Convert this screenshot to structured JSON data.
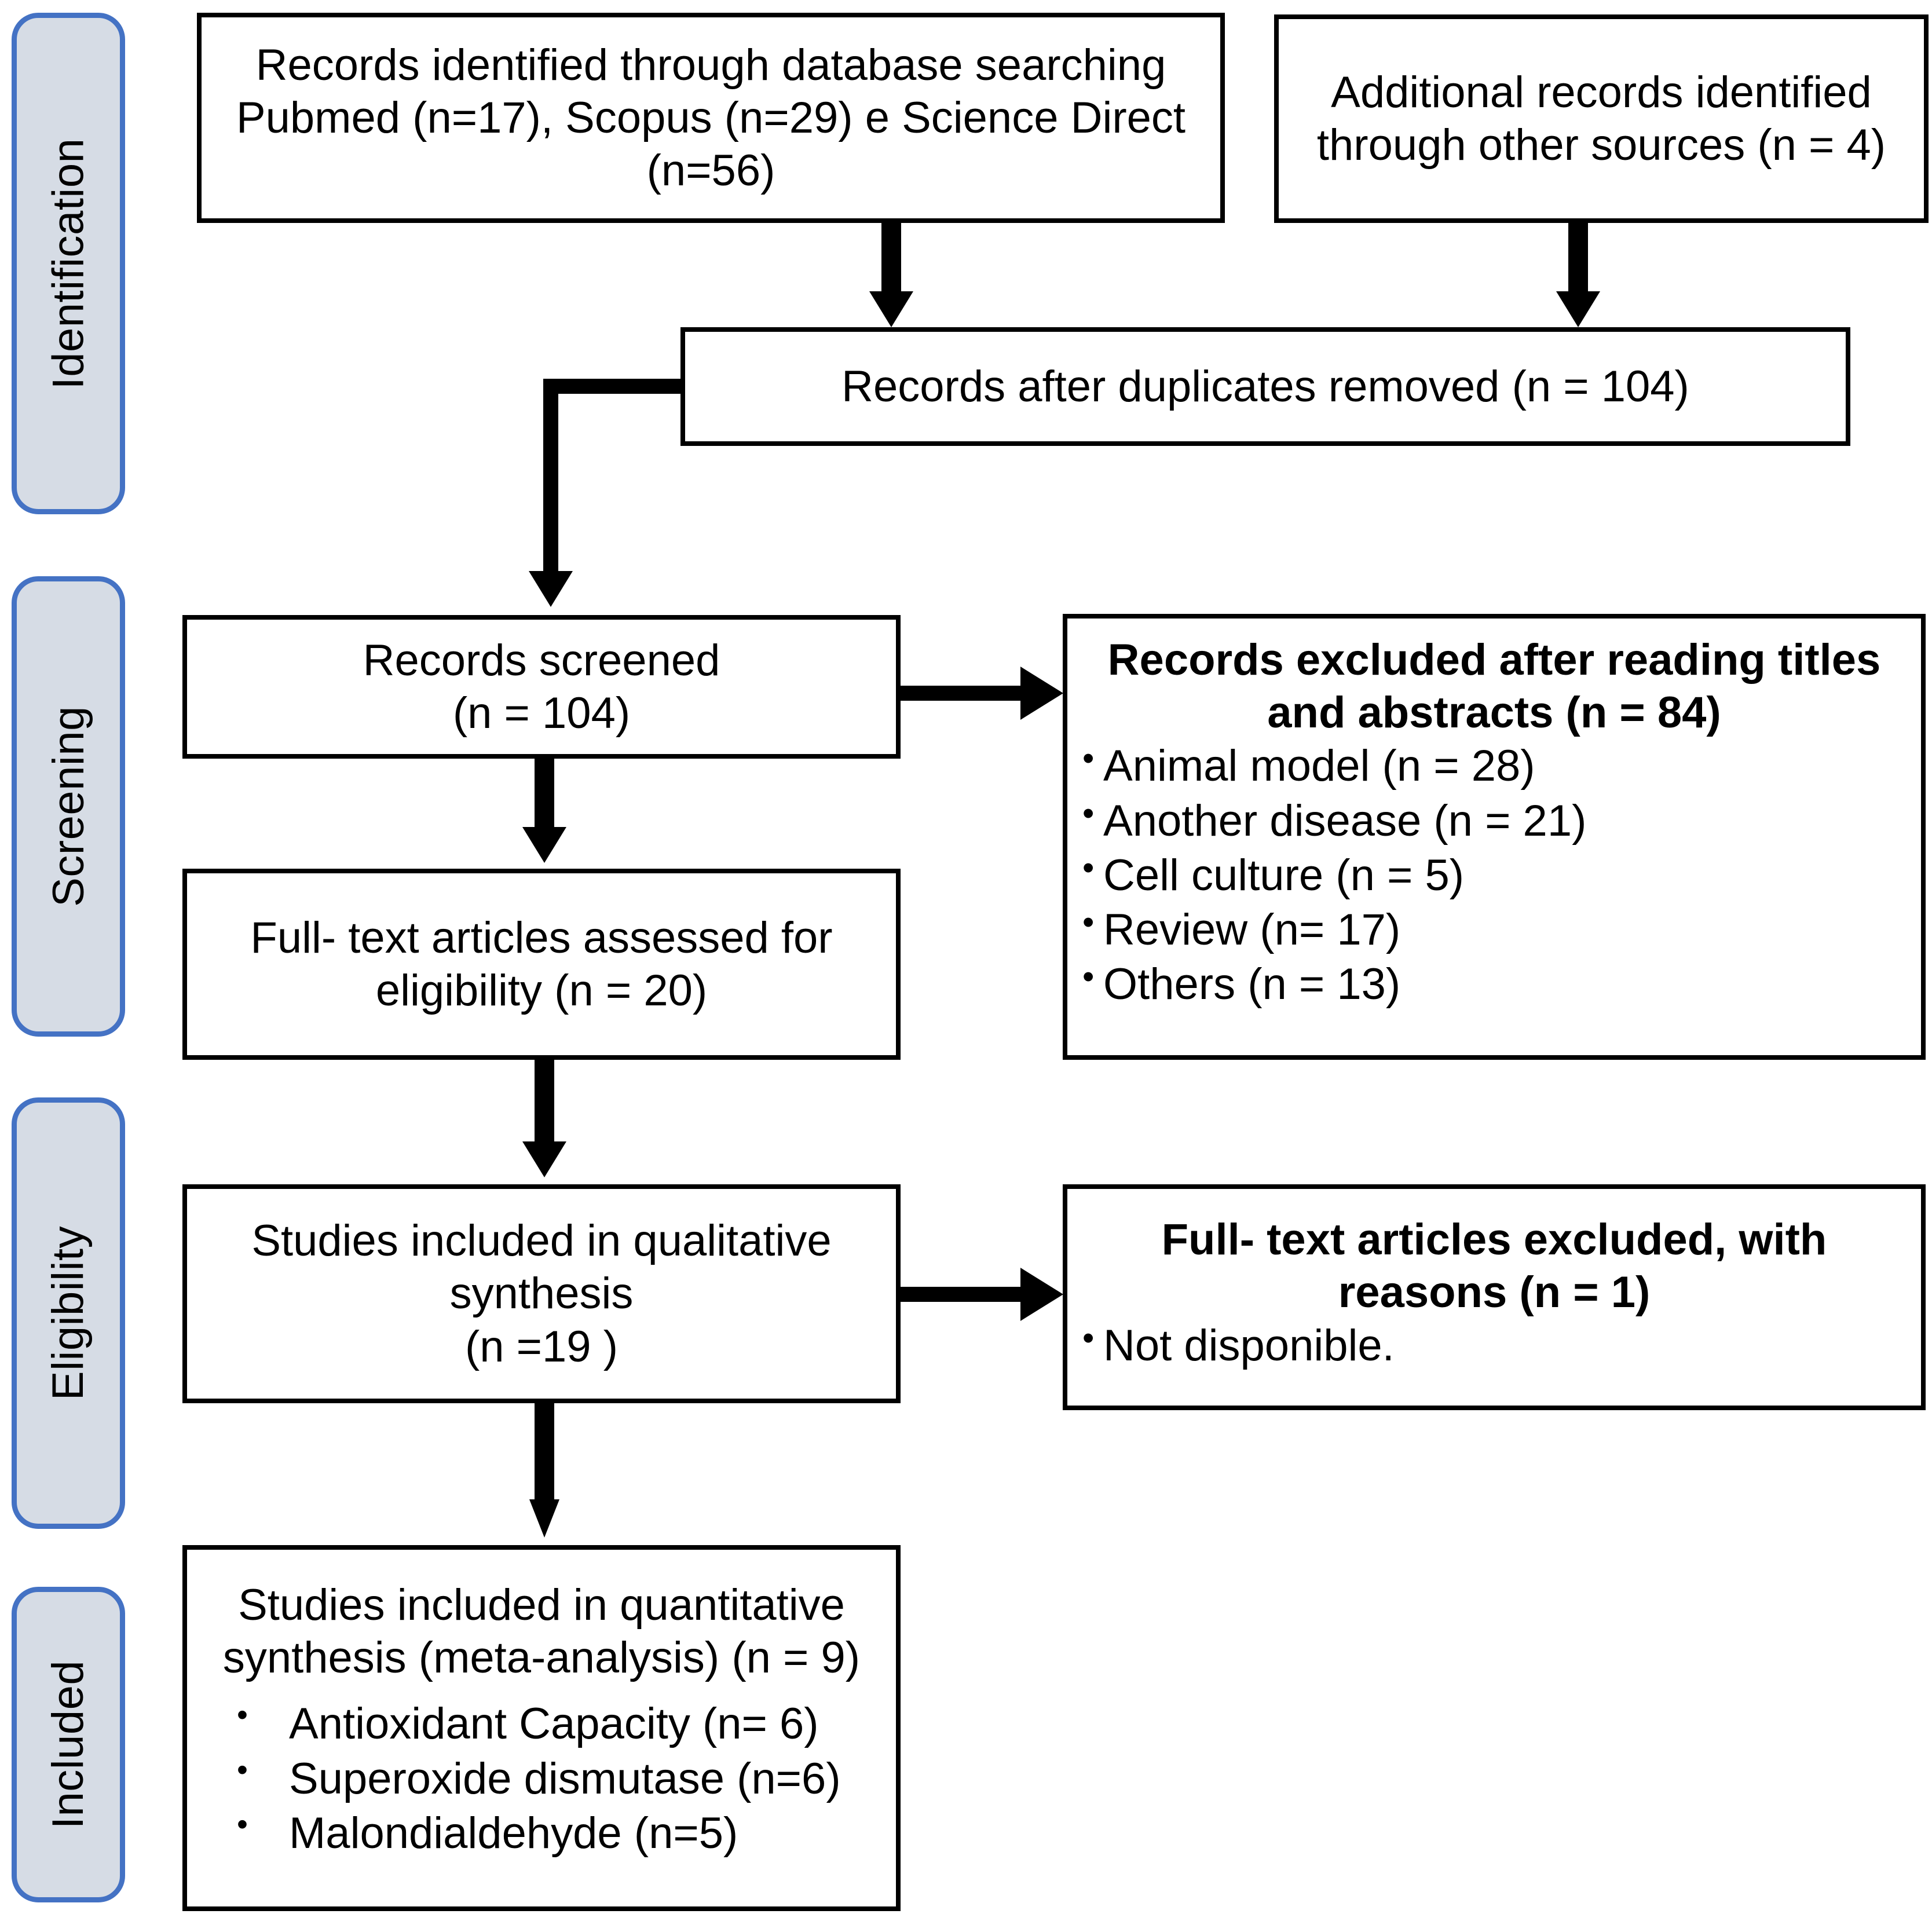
{
  "diagram": {
    "title": "PRISMA flow diagram",
    "accent_border_color": "#4472C4",
    "accent_fill_color": "#D6DCE5",
    "line_color": "#000000"
  },
  "stages": [
    {
      "label": "Identification"
    },
    {
      "label": "Screening"
    },
    {
      "label": "Eligibility"
    },
    {
      "label": "Included"
    }
  ],
  "boxes": {
    "database_search": {
      "text": "Records identified through database searching Pubmed  (n=17), Scopus (n=29) e Science Direct (n=56)"
    },
    "other_sources": {
      "text": "Additional records identified through other sources (n = 4)"
    },
    "duplicates_removed": {
      "text": "Records after duplicates removed (n = 104)"
    },
    "records_screened": {
      "text": "Records screened\n(n = 104)"
    },
    "fulltext_assessed": {
      "text": "Full- text articles assessed for eligibility (n = 20)"
    },
    "records_excluded": {
      "heading": "Records excluded after reading titles and abstracts (n = 84)",
      "reasons": [
        "Animal model  (n = 28)",
        "Another disease (n = 21)",
        "Cell culture (n = 5)",
        "Review (n= 17)",
        "Others (n = 13)"
      ]
    },
    "qualitative_synthesis": {
      "text": "Studies included in qualitative synthesis\n(n =19 )"
    },
    "fulltext_excluded": {
      "heading": "Full- text articles excluded, with reasons (n = 1)",
      "reasons": [
        "Not disponible."
      ]
    },
    "quantitative_synthesis": {
      "heading": "Studies included in quantitative synthesis (meta-analysis) (n = 9)",
      "items": [
        "Antioxidant Capacity (n= 6)",
        "Superoxide dismutase (n=6)",
        "Malondialdehyde (n=5)"
      ]
    }
  }
}
